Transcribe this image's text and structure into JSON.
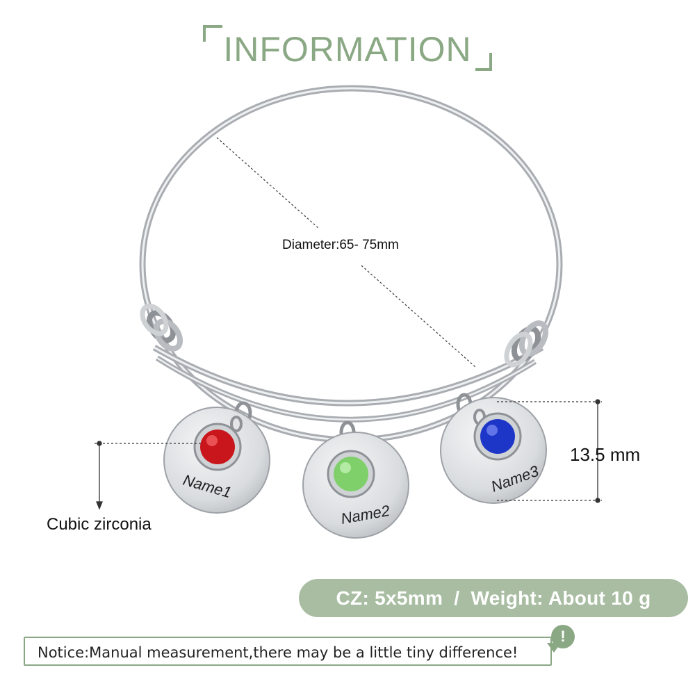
{
  "header": {
    "title": "INFORMATION"
  },
  "annotations": {
    "diameter": "Diameter:65- 75mm",
    "stone": "Cubic zirconia",
    "height": "13.5 mm"
  },
  "charms": [
    {
      "name": "Name1",
      "stone_color": "#c8161c"
    },
    {
      "name": "Name2",
      "stone_color": "#7fcf6a"
    },
    {
      "name": "Name3",
      "stone_color": "#1d36c8"
    }
  ],
  "specs": {
    "text": "CZ: 5x5mm  /  Weight: About 10 g"
  },
  "notice": {
    "text": "Notice:Manual measurement,there may be a little tiny difference!",
    "badge": "!"
  },
  "colors": {
    "accent": "#8aa884",
    "pill": "#a8bda2",
    "silver": "#c9ccd0"
  }
}
